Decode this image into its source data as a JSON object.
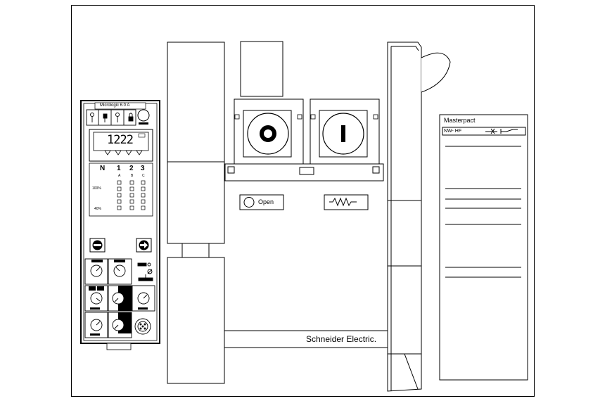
{
  "trip_unit": {
    "model": "Micrologic 6.0 A",
    "display_value": "1222",
    "phase_headers": [
      "N",
      "1",
      "2",
      "3"
    ],
    "sub_headers": [
      "A",
      "B",
      "C"
    ],
    "level_high": "100%",
    "level_low": "40%"
  },
  "status": {
    "open_label": "Open"
  },
  "brand": {
    "name": "Schneider Electric."
  },
  "nameplate": {
    "title": "Masterpact",
    "model": "NW- HF"
  }
}
